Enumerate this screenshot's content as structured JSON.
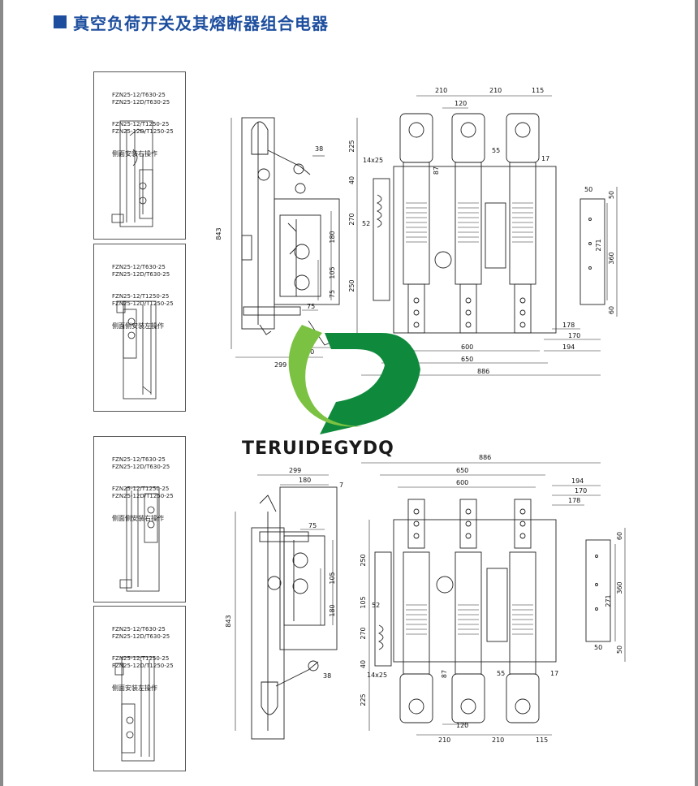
{
  "page": {
    "title": "真空负荷开关及其熔断器组合电器",
    "logo_text": "TERUIDEGYDQ"
  },
  "panels": [
    {
      "lines": [
        "FZN25-12/T630-25",
        "FZN25-12D/T630-25",
        "FZN25-12/T1250-25",
        "FZN25-12D/T1250-25"
      ],
      "caption": "侧面安装右操作"
    },
    {
      "lines": [
        "FZN25-12/T630-25",
        "FZN25-12D/T630-25",
        "FZN25-12/T1250-25",
        "FZN25-12D/T1250-25"
      ],
      "caption": "侧面侧安装左操作"
    },
    {
      "lines": [
        "FZN25-12/T630-25",
        "FZN25-12D/T630-25",
        "FZN25-12/T1250-25",
        "FZN25-12D/T1250-25"
      ],
      "caption": "侧面侧安装右操作"
    },
    {
      "lines": [
        "FZN25-12/T630-25",
        "FZN25-12D/T630-25",
        "FZN25-12/T1250-25",
        "FZN25-12D/T1250-25"
      ],
      "caption": "侧面安装左操作"
    }
  ],
  "top_drawing": {
    "side": {
      "d843": "843",
      "d38": "38",
      "d180": "180",
      "d105": "105",
      "d75a": "75",
      "d75b": "75",
      "d299": "299",
      "d180b": "180"
    },
    "front": {
      "d210a": "210",
      "d210b": "210",
      "d115": "115",
      "d120": "120",
      "d225": "225",
      "d14x25": "14x25",
      "d55": "55",
      "d87": "87",
      "d17": "17",
      "d40": "40",
      "d270": "270",
      "d52": "52",
      "d250": "250",
      "d600": "600",
      "d650": "650",
      "d886": "886",
      "d50a": "50",
      "d50b": "50",
      "d271": "271",
      "d360": "360",
      "d60": "60",
      "d178": "178",
      "d170": "170",
      "d194": "194"
    }
  },
  "bottom_drawing": {
    "side": {
      "d299": "299",
      "d180": "180",
      "d7": "7",
      "d75": "75",
      "d105": "105",
      "d180b": "180",
      "d843": "843",
      "d38": "38"
    },
    "front": {
      "d886": "886",
      "d650": "650",
      "d600": "600",
      "d194": "194",
      "d170": "170",
      "d178": "178",
      "d60": "60",
      "d250": "250",
      "d105": "105",
      "d52": "52",
      "d270": "270",
      "d271": "271",
      "d360": "360",
      "d50a": "50",
      "d50b": "50",
      "d40": "40",
      "d14x25": "14x25",
      "d87": "87",
      "d55": "55",
      "d17": "17",
      "d225": "225",
      "d120": "120",
      "d210a": "210",
      "d210b": "210",
      "d115": "115"
    }
  },
  "colors": {
    "title": "#1d4e9e",
    "logo_green_dark": "#0f8a3c",
    "logo_green_light": "#7cc242"
  }
}
